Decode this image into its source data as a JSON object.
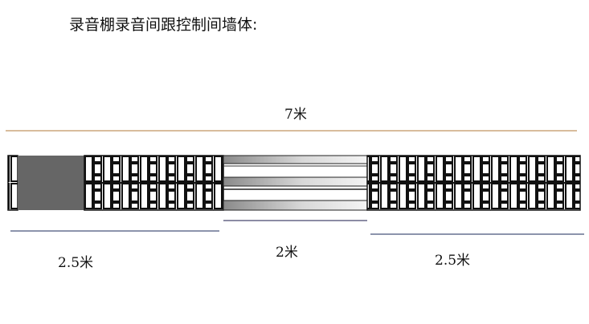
{
  "title": "录音棚录音间跟控制间墙体:",
  "dimensions": {
    "total": "7米",
    "left_wall": "2.5米",
    "window": "2米",
    "right_wall": "2.5米"
  },
  "colors": {
    "total_line": "#b07a3a",
    "dimension_line": "#1a2a5a",
    "column": "#666666"
  }
}
